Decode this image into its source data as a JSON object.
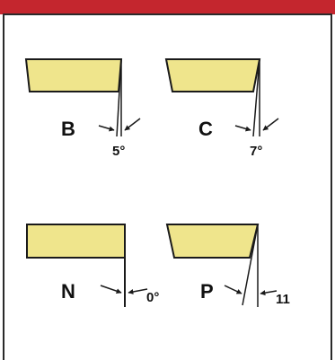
{
  "colors": {
    "header": "#c4262e",
    "frame": "#2a2a2a",
    "background": "#ffffff",
    "insert_fill": "#efe58c",
    "insert_stroke": "#1a1a1a",
    "line": "#1a1a1a"
  },
  "inserts": [
    {
      "id": "b",
      "letter": "B",
      "angle_label": "5°"
    },
    {
      "id": "c",
      "letter": "C",
      "angle_label": "7°"
    },
    {
      "id": "n",
      "letter": "N",
      "angle_label": "0°"
    },
    {
      "id": "p",
      "letter": "P",
      "angle_label": "11"
    }
  ]
}
